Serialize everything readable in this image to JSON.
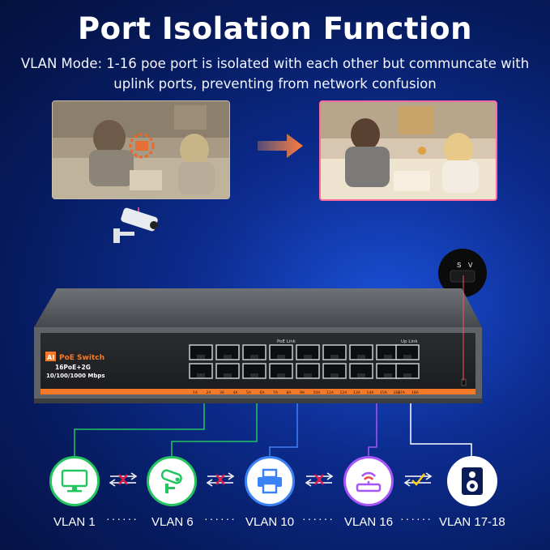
{
  "title": "Port Isolation Function",
  "subtitle": "VLAN Mode: 1-16 poe port is isolated with each other but communcate with uplink ports, preventing from network confusion",
  "switch": {
    "brand_badge": "AI",
    "name": "PoE Switch",
    "model": "16PoE+2G",
    "speed": "10/100/1000 Mbps",
    "poe_link_label": "PoE Link",
    "uplink_label": "Up Link",
    "port_labels": [
      "1A",
      "2A",
      "3A",
      "4A",
      "5A",
      "6A",
      "7A",
      "8A",
      "9A",
      "10A",
      "11A",
      "12A",
      "13A",
      "14A",
      "15A",
      "16A",
      "17A",
      "18A"
    ],
    "power_switch_labels": [
      "S",
      "V"
    ]
  },
  "vlans": [
    {
      "label": "VLAN 1",
      "icon": "monitor-icon",
      "color": "#22c55e"
    },
    {
      "label": "VLAN 6",
      "icon": "security-camera-icon",
      "color": "#22c55e"
    },
    {
      "label": "VLAN 10",
      "icon": "printer-icon",
      "color": "#3b82f6"
    },
    {
      "label": "VLAN 16",
      "icon": "router-icon",
      "color": "#a855f7"
    },
    {
      "label": "VLAN 17-18",
      "icon": "speaker-icon",
      "color": "#ffffff"
    }
  ],
  "separators": [
    "······",
    "······",
    "······",
    "······"
  ],
  "colors": {
    "accent_orange": "#f47a2a",
    "blocked": "#e11d48",
    "allowed": "#facc15"
  }
}
